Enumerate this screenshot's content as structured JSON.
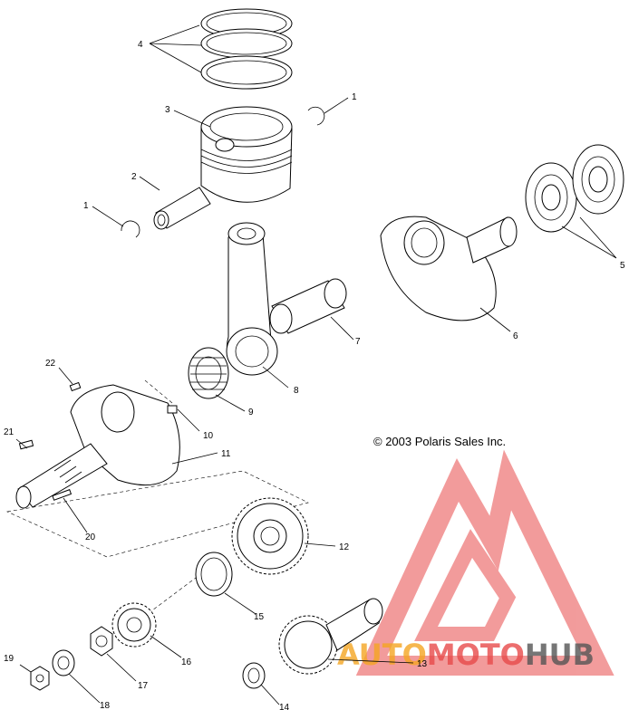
{
  "copyright": "© 2003 Polaris Sales Inc.",
  "watermark": {
    "word_part1": "AUTO",
    "word_part2": "MOTO",
    "word_part3": "HUB",
    "color_orange": "#f5a623",
    "color_red": "#e84a4a",
    "color_dark": "#555555"
  },
  "callouts": {
    "c4": "4",
    "c1a": "1",
    "c3": "3",
    "c2": "2",
    "c1b": "1",
    "c5": "5",
    "c6": "6",
    "c7": "7",
    "c8": "8",
    "c9": "9",
    "c22": "22",
    "c10": "10",
    "c11": "11",
    "c21": "21",
    "c20": "20",
    "c12": "12",
    "c15": "15",
    "c16": "16",
    "c13": "13",
    "c19": "19",
    "c17": "17",
    "c18": "18",
    "c14": "14"
  }
}
